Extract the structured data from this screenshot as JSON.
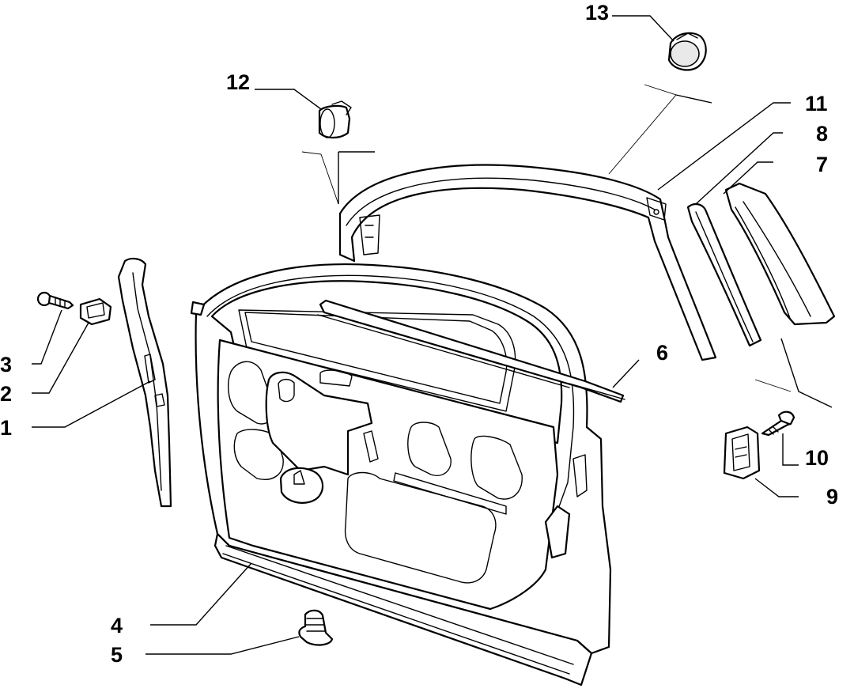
{
  "callouts": [
    {
      "id": "1",
      "label": "1"
    },
    {
      "id": "2",
      "label": "2"
    },
    {
      "id": "3",
      "label": "3"
    },
    {
      "id": "4",
      "label": "4"
    },
    {
      "id": "5",
      "label": "5"
    },
    {
      "id": "6",
      "label": "6"
    },
    {
      "id": "7",
      "label": "7"
    },
    {
      "id": "8",
      "label": "8"
    },
    {
      "id": "9",
      "label": "9"
    },
    {
      "id": "10",
      "label": "10"
    },
    {
      "id": "11",
      "label": "11"
    },
    {
      "id": "12",
      "label": "12"
    },
    {
      "id": "13",
      "label": "13"
    }
  ],
  "colors": {
    "line": "#000000",
    "background": "#ffffff",
    "shade": "#e9e9e9"
  }
}
